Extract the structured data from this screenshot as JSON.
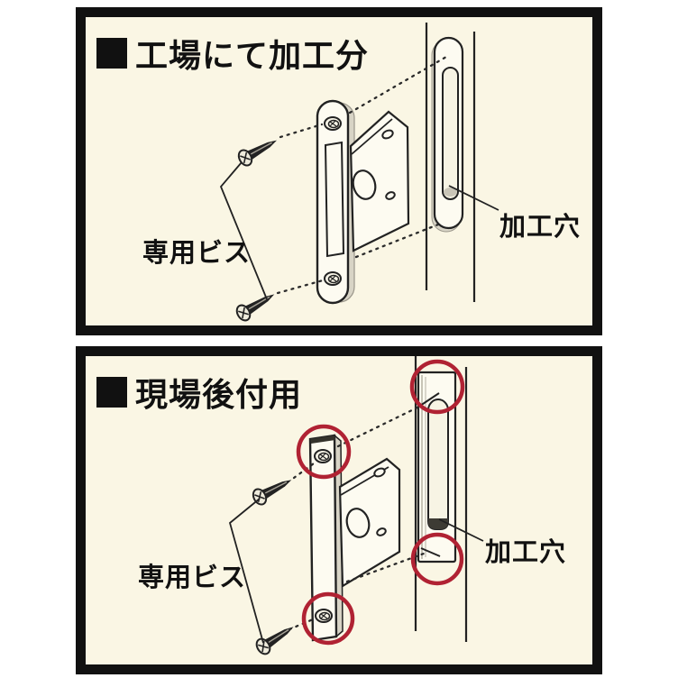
{
  "colors": {
    "panel_bg": "#faf6e4",
    "border": "#111111",
    "line": "#222222",
    "shade": "#d8d4c6",
    "fill_white": "#fdfbf1",
    "red": "#b02233"
  },
  "panels": [
    {
      "id": "factory",
      "title": "工場にて加工分",
      "labels": {
        "screws": "専用ビス",
        "hole": "加工穴"
      }
    },
    {
      "id": "onsite",
      "title": "現場後付用",
      "labels": {
        "screws": "専用ビス",
        "hole": "加工穴"
      }
    }
  ]
}
